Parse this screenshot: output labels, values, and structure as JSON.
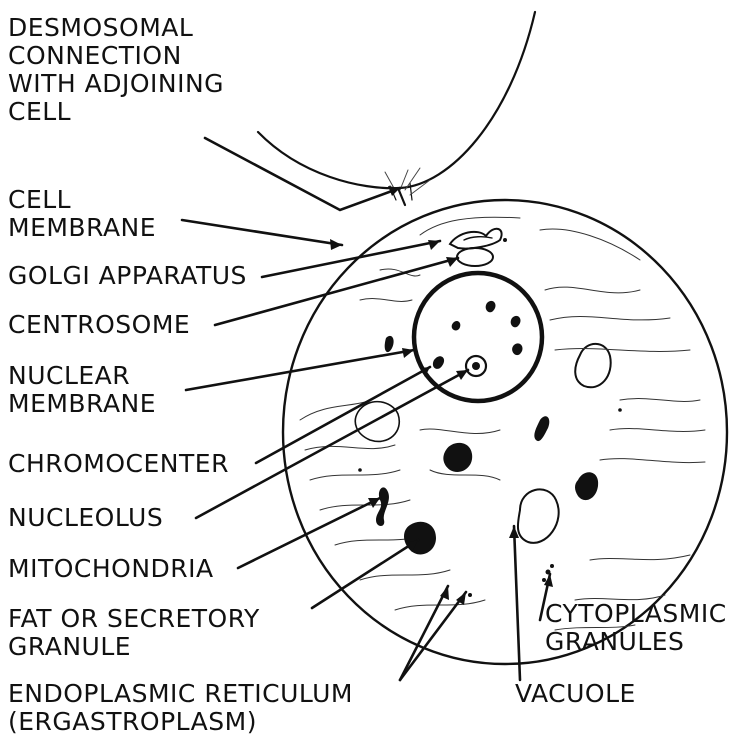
{
  "labels": {
    "desmosomal": [
      "DESMOSOMAL",
      "CONNECTION",
      "WITH ADJOINING",
      "CELL"
    ],
    "cell_membrane": [
      "CELL",
      "MEMBRANE"
    ],
    "golgi": [
      "GOLGI APPARATUS"
    ],
    "centrosome": [
      "CENTROSOME"
    ],
    "nuclear_membrane": [
      "NUCLEAR",
      "MEMBRANE"
    ],
    "chromocenter": [
      "CHROMOCENTER"
    ],
    "nucleolus": [
      "NUCLEOLUS"
    ],
    "mitochondria": [
      "MITOCHONDRIA"
    ],
    "fat_granule": [
      "FAT OR SECRETORY",
      "GRANULE"
    ],
    "endoplasmic": [
      "ENDOPLASMIC RETICULUM",
      "(ERGASTROPLASM)"
    ],
    "cytoplasmic": [
      "CYTOPLASMIC",
      "GRANULES"
    ],
    "vacuole": [
      "VACUOLE"
    ]
  }
}
